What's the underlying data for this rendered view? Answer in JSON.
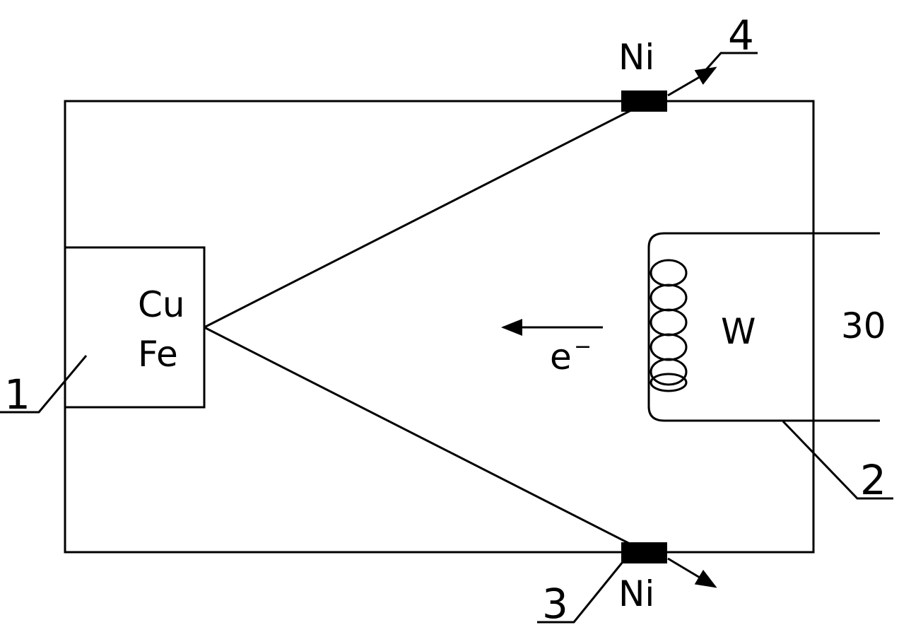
{
  "labels": {
    "anode_top": "Cu",
    "anode_bottom": "Fe",
    "filament": "W",
    "electron": "e",
    "electron_sup": "−",
    "voltage": "30",
    "window_top": "Ni",
    "window_bottom": "Ni",
    "callout_1": "1",
    "callout_2": "2",
    "callout_3": "3",
    "callout_4": "4"
  }
}
